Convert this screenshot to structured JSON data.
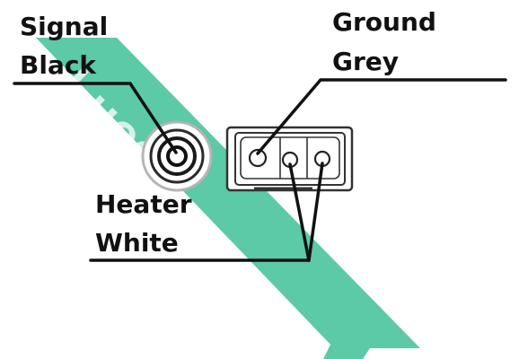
{
  "labels": {
    "signal": "Signal",
    "signal_color": "Black",
    "ground": "Ground",
    "ground_color": "Grey",
    "heater": "Heater",
    "heater_color": "White"
  },
  "watermark": {
    "text": "Lucas",
    "color": "#5cc9a7"
  },
  "colors": {
    "ink": "#111111",
    "outline": "#3a3a3a"
  }
}
